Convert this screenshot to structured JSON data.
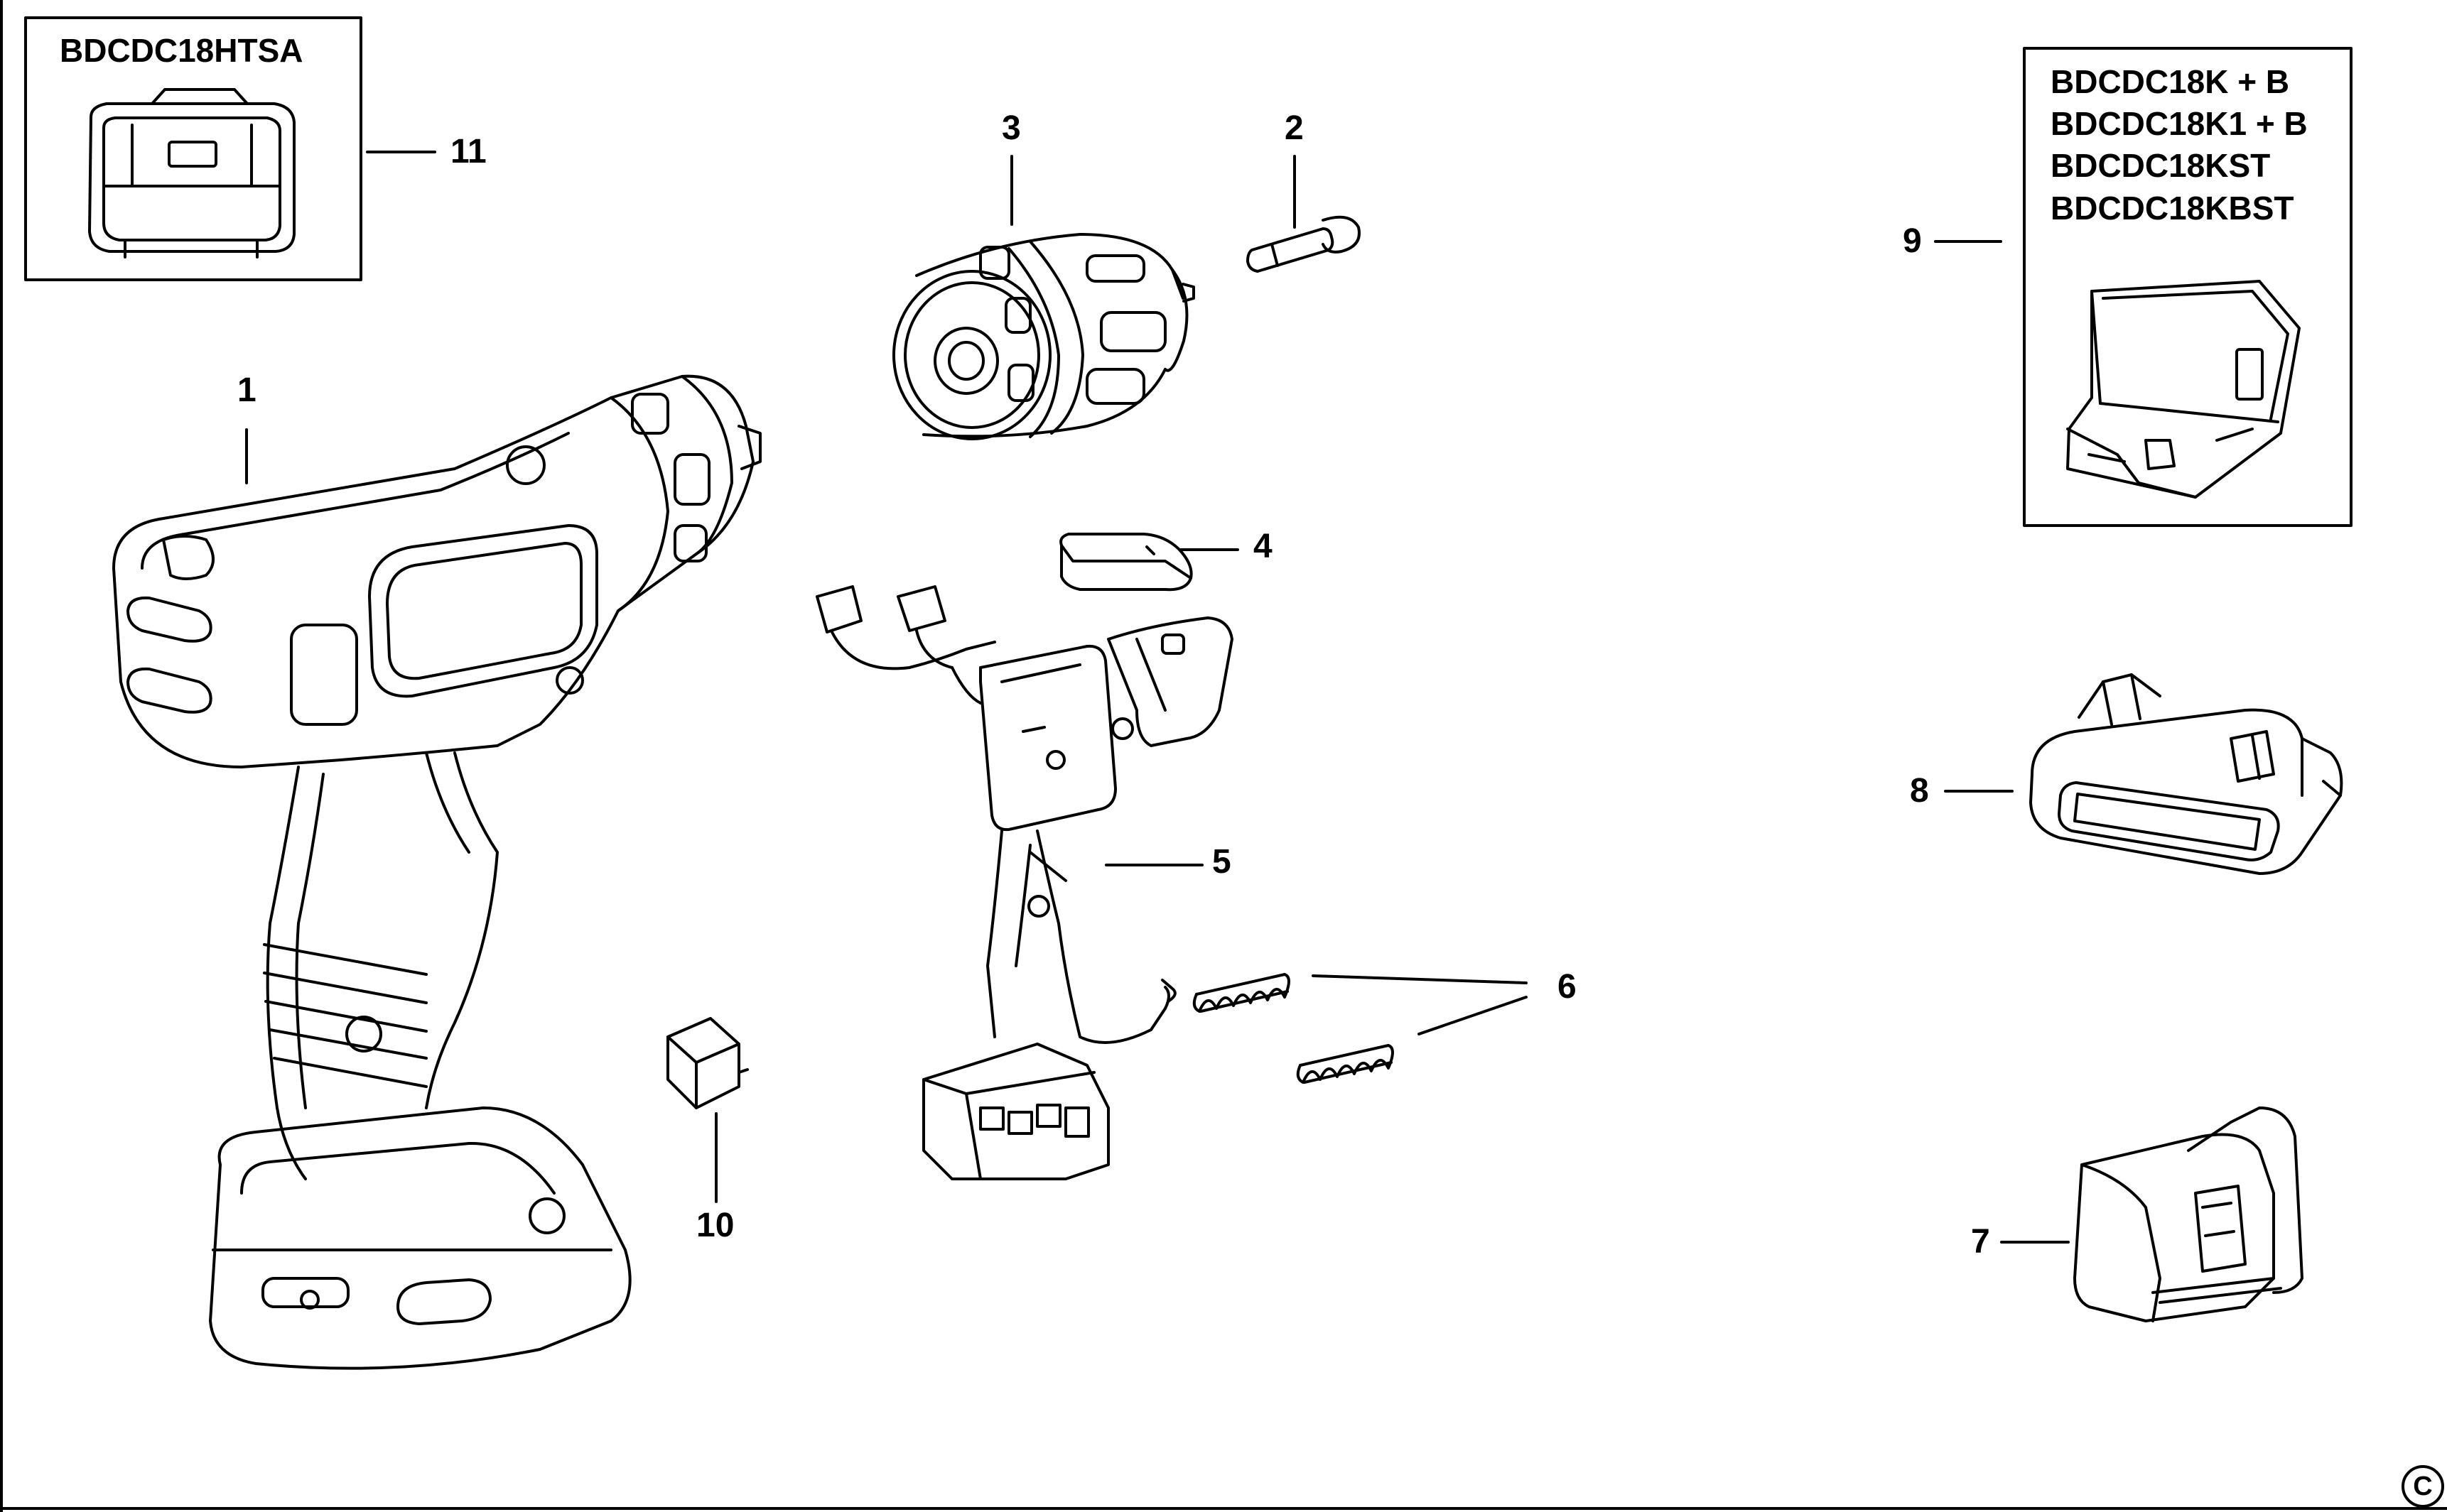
{
  "box_top_left": {
    "model": "BDCDC18HTSA"
  },
  "box_top_right": {
    "models": [
      "BDCDC18K + B",
      "BDCDC18K1 + B",
      "BDCDC18KST",
      "BDCDC18KBST"
    ]
  },
  "parts": [
    {
      "number": "1",
      "icon": "drill-body-icon"
    },
    {
      "number": "2",
      "icon": "chuck-screw-icon"
    },
    {
      "number": "3",
      "icon": "keyless-chuck-icon"
    },
    {
      "number": "4",
      "icon": "switch-button-icon"
    },
    {
      "number": "5",
      "icon": "switch-assembly-icon"
    },
    {
      "number": "6",
      "icon": "spring-icon"
    },
    {
      "number": "7",
      "icon": "charger-icon"
    },
    {
      "number": "8",
      "icon": "battery-pack-icon"
    },
    {
      "number": "9",
      "icon": "carry-case-icon"
    },
    {
      "number": "10",
      "icon": "clip-icon"
    },
    {
      "number": "11",
      "icon": "belt-clip-icon"
    }
  ],
  "copyright_symbol": "C"
}
